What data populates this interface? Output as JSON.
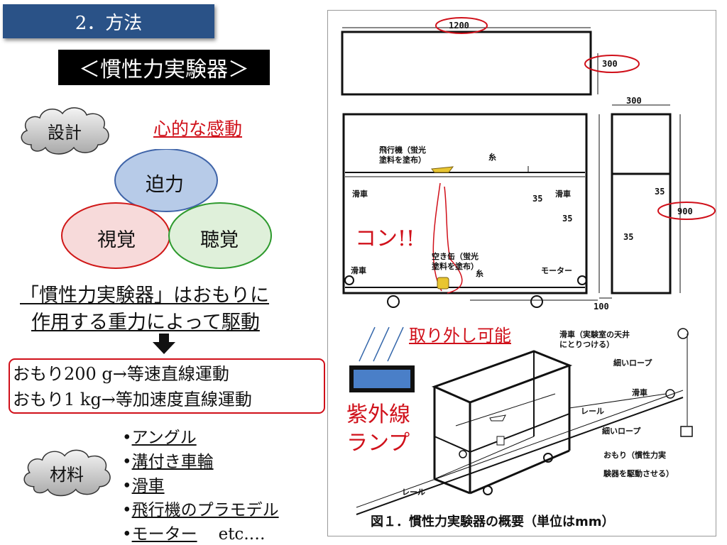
{
  "header": {
    "section_title": "2．方法",
    "subtitle": "＜慣性力実験器＞"
  },
  "design": {
    "cloud_label": "設計",
    "emotion_label": "心的な感動",
    "circles": {
      "top": "迫力",
      "left": "視覚",
      "right": "聴覚"
    }
  },
  "statement": {
    "line1": "「慣性力実験器」はおもりに",
    "line2": "作用する重力によって駆動"
  },
  "results": {
    "line1": "おもり200 g→等速直線運動",
    "line2": "おもり1 kg→等加速度直線運動"
  },
  "materials": {
    "cloud_label": "材料",
    "items": [
      "アングル",
      "溝付き車輪",
      "滑車",
      "飛行機のプラモデル",
      "モーター"
    ],
    "etc": "etc.…"
  },
  "figure": {
    "dims": {
      "width_top": "1200",
      "height_top": "300",
      "side_width": "300",
      "side_height": "900",
      "d35": "35",
      "d100": "100"
    },
    "labels": {
      "airplane": "飛行機（蛍光",
      "airplane2": "塗料を塗布）",
      "string": "糸",
      "pulley": "滑車",
      "can": "空き缶（蛍光",
      "can2": "塗料を塗布）",
      "motor": "モーター",
      "pulley_ceiling": "滑車（実験室の天井",
      "pulley_ceiling2": "にとりつける）",
      "thin_rope": "細いロープ",
      "rail": "レール",
      "weight": "おもり（慣性力実",
      "weight2": "験器を駆動させる）"
    },
    "caption": "図１．慣性力実験器の概要（単位はmm）"
  },
  "annotations": {
    "kon": "コン!!",
    "removable": "取り外し可能",
    "uv_lamp_1": "紫外線",
    "uv_lamp_2": "ランプ"
  }
}
